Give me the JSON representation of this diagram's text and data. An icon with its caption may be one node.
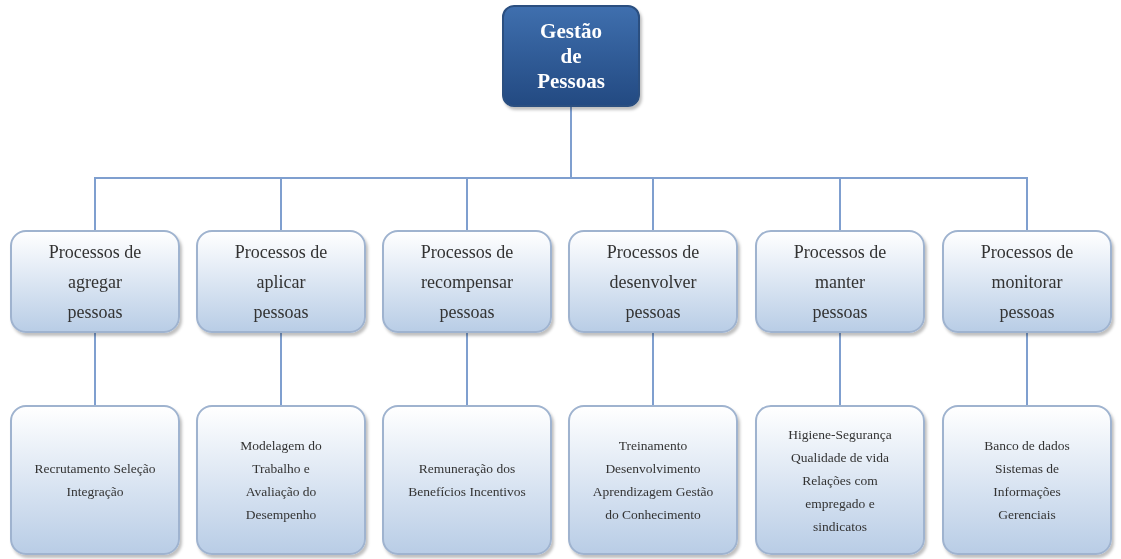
{
  "diagram": {
    "nodes": [
      {
        "text": [
          "Gestão de Pessoas"
        ]
      },
      {
        "text": [
          "Processos de agregar pessoas"
        ]
      },
      {
        "text": [
          "Processos de aplicar pessoas"
        ]
      },
      {
        "text": [
          "Processos de recompensar pessoas"
        ]
      },
      {
        "text": [
          "Processos de desenvolver pessoas"
        ]
      },
      {
        "text": [
          "Processos de manter pessoas"
        ]
      },
      {
        "text": [
          "Processos de monitorar pessoas"
        ]
      },
      {
        "text": [
          "Recrutamento Seleção Integração"
        ]
      },
      {
        "text": [
          "Modelagem do Trabalho e Avaliação do Desempenho"
        ]
      },
      {
        "text": [
          "Remuneração dos Benefícios Incentivos"
        ]
      },
      {
        "text": [
          "Treinamento Desenvolvimento Aprendizagem Gestão do Conhecimento"
        ]
      },
      {
        "text": [
          "Higiene-Segurança Qualidade de vida Relações com empregado e sindicatos"
        ]
      },
      {
        "text": [
          "Banco de dados Sistemas de Informações Gerenciais"
        ]
      }
    ],
    "edges": [
      {
        "from": 0,
        "to": 1,
        "arrow": "none"
      },
      {
        "from": 0,
        "to": 2,
        "arrow": "none"
      },
      {
        "from": 0,
        "to": 3,
        "arrow": "none"
      },
      {
        "from": 0,
        "to": 4,
        "arrow": "none"
      },
      {
        "from": 0,
        "to": 5,
        "arrow": "none"
      },
      {
        "from": 0,
        "to": 6,
        "arrow": "none"
      },
      {
        "from": 1,
        "to": 7,
        "arrow": "none"
      },
      {
        "from": 2,
        "to": 8,
        "arrow": "none"
      },
      {
        "from": 3,
        "to": 9,
        "arrow": "none"
      },
      {
        "from": 4,
        "to": 10,
        "arrow": "none"
      },
      {
        "from": 5,
        "to": 11,
        "arrow": "none"
      },
      {
        "from": 6,
        "to": 12,
        "arrow": "none"
      }
    ]
  }
}
